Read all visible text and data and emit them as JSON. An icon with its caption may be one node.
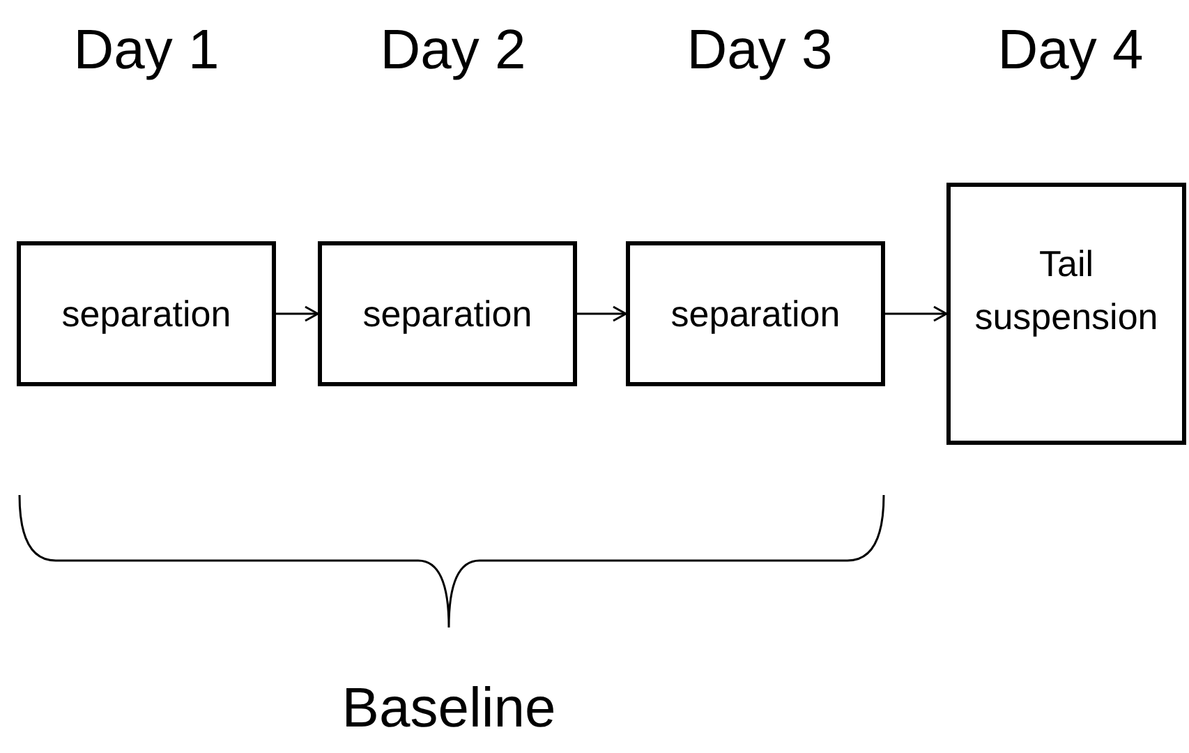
{
  "diagram": {
    "nodes": [
      {
        "text": [
          "separation"
        ],
        "beside": [
          "Day 1"
        ]
      },
      {
        "text": [
          "separation"
        ],
        "beside": [
          "Day 2"
        ]
      },
      {
        "text": [
          "separation"
        ],
        "beside": [
          "Day 3"
        ]
      },
      {
        "text": [
          "Tail suspension"
        ],
        "beside": [
          "Day 4"
        ]
      }
    ],
    "edges": [
      {
        "from": 0,
        "to": 1,
        "arrow": "to"
      },
      {
        "from": 1,
        "to": 2,
        "arrow": "to"
      },
      {
        "from": 2,
        "to": 3,
        "arrow": "to"
      }
    ],
    "labels": [
      "Baseline"
    ]
  }
}
